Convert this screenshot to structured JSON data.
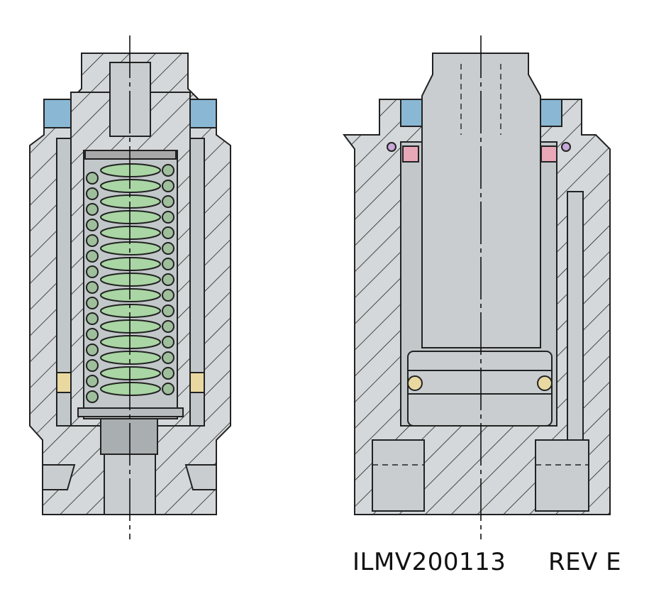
{
  "drawing": {
    "part_number": "ILMV200113",
    "revision": "REV E",
    "views": [
      "spring-return-cylinder-section",
      "single-acting-cylinder-section"
    ]
  },
  "colors": {
    "body": "#d4d8da",
    "cavity": "#c2c7ca",
    "seal": "#8ab8d4",
    "spring": "#a9d6a4",
    "oring": "#e8a8b8",
    "wiper": "#e9d9a0",
    "outline": "#222222"
  }
}
